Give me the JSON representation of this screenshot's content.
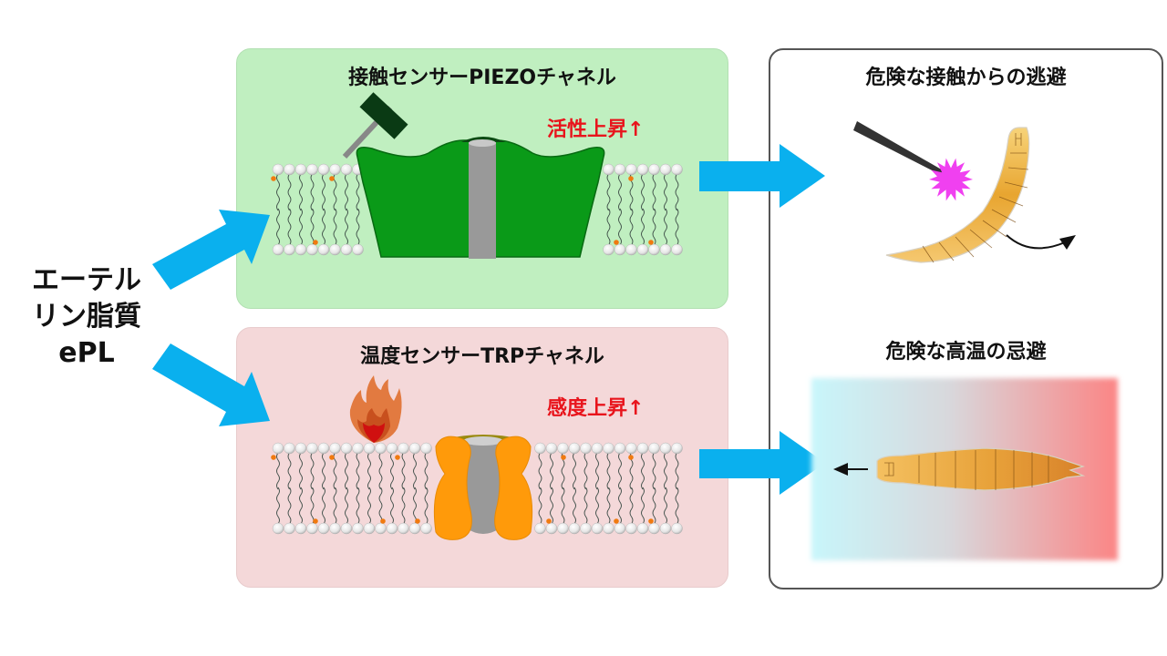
{
  "left_label": {
    "line1": "エーテル",
    "line2": "リン脂質",
    "line3": "ePL"
  },
  "top_panel": {
    "title": "接触センサーPIEZOチャネル",
    "effect": "活性上昇↑",
    "channel_color": "#0a9a18",
    "background_color": "#c0efc0",
    "stimulus_icon": "hammer-icon"
  },
  "bottom_panel": {
    "title": "温度センサーTRPチャネル",
    "effect": "感度上昇↑",
    "channel_color": "#ff9a0a",
    "background_color": "#f4d8d9",
    "stimulus_icon": "flame-icon"
  },
  "right_panel": {
    "top_title": "危険な接触からの逃避",
    "bottom_title": "危険な高温の忌避",
    "gradient_colors": [
      "#c8f6fb",
      "#fb8585"
    ]
  },
  "colors": {
    "arrow": "#0ab0ee",
    "effect_text": "#e8141c",
    "impact_star": "#f040f0",
    "larva": "#e8a530"
  }
}
